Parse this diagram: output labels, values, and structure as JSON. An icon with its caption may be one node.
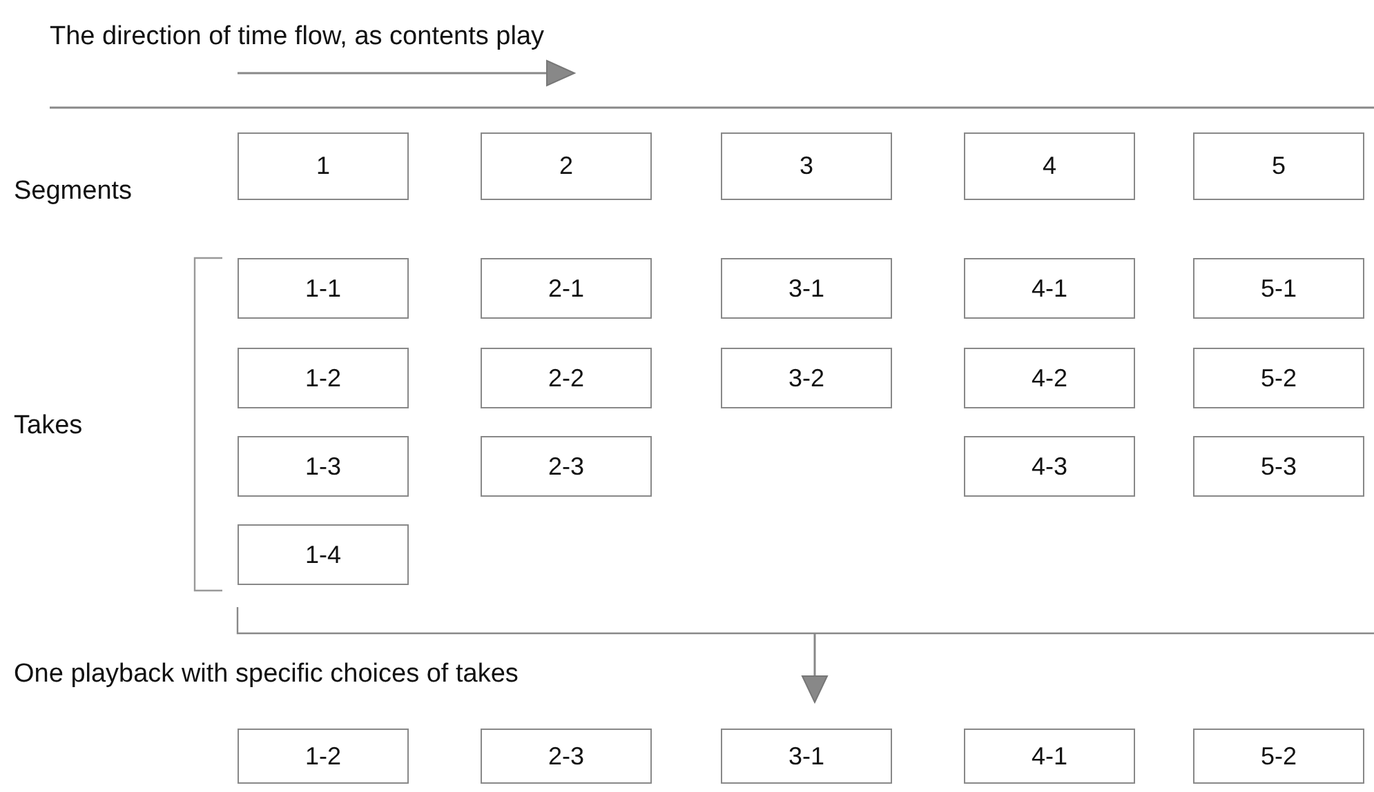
{
  "diagram": {
    "nodes": [
      {
        "text": [
          "1"
        ]
      },
      {
        "text": [
          "2"
        ]
      },
      {
        "text": [
          "3"
        ]
      },
      {
        "text": [
          "4"
        ]
      },
      {
        "text": [
          "5"
        ]
      },
      {
        "text": [
          "1-1"
        ]
      },
      {
        "text": [
          "1-2"
        ]
      },
      {
        "text": [
          "1-3"
        ]
      },
      {
        "text": [
          "1-4"
        ]
      },
      {
        "text": [
          "2-1"
        ]
      },
      {
        "text": [
          "2-2"
        ]
      },
      {
        "text": [
          "2-3"
        ]
      },
      {
        "text": [
          "3-1"
        ]
      },
      {
        "text": [
          "3-2"
        ]
      },
      {
        "text": [
          "4-1"
        ]
      },
      {
        "text": [
          "4-2"
        ]
      },
      {
        "text": [
          "4-3"
        ]
      },
      {
        "text": [
          "5-1"
        ]
      },
      {
        "text": [
          "5-2"
        ]
      },
      {
        "text": [
          "5-3"
        ]
      },
      {
        "text": [
          "1-2"
        ]
      },
      {
        "text": [
          "2-3"
        ]
      },
      {
        "text": [
          "3-1"
        ]
      },
      {
        "text": [
          "4-1"
        ]
      },
      {
        "text": [
          "5-2"
        ]
      }
    ],
    "edges": [],
    "labels": [
      "The direction of time flow, as contents play",
      "Segments",
      "Takes",
      "One playback with specific choices of takes"
    ]
  }
}
